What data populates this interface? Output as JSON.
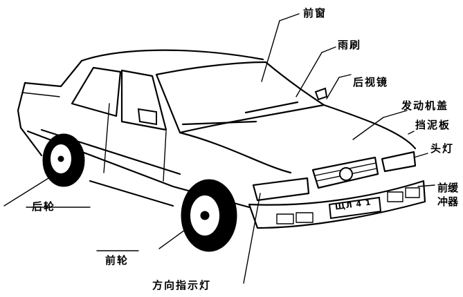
{
  "diagram": {
    "labels": {
      "windshield": "前窗",
      "wiper": "雨刷",
      "mirror": "后视镜",
      "hood": "发动机盖",
      "fender": "挡泥板",
      "headlight": "头灯",
      "bumper": "前缓冲器",
      "rear_wheel": "后轮",
      "front_wheel": "前轮",
      "turn_signal": "方向指示灯"
    },
    "plate_text": "ЩЛ 4 1"
  }
}
